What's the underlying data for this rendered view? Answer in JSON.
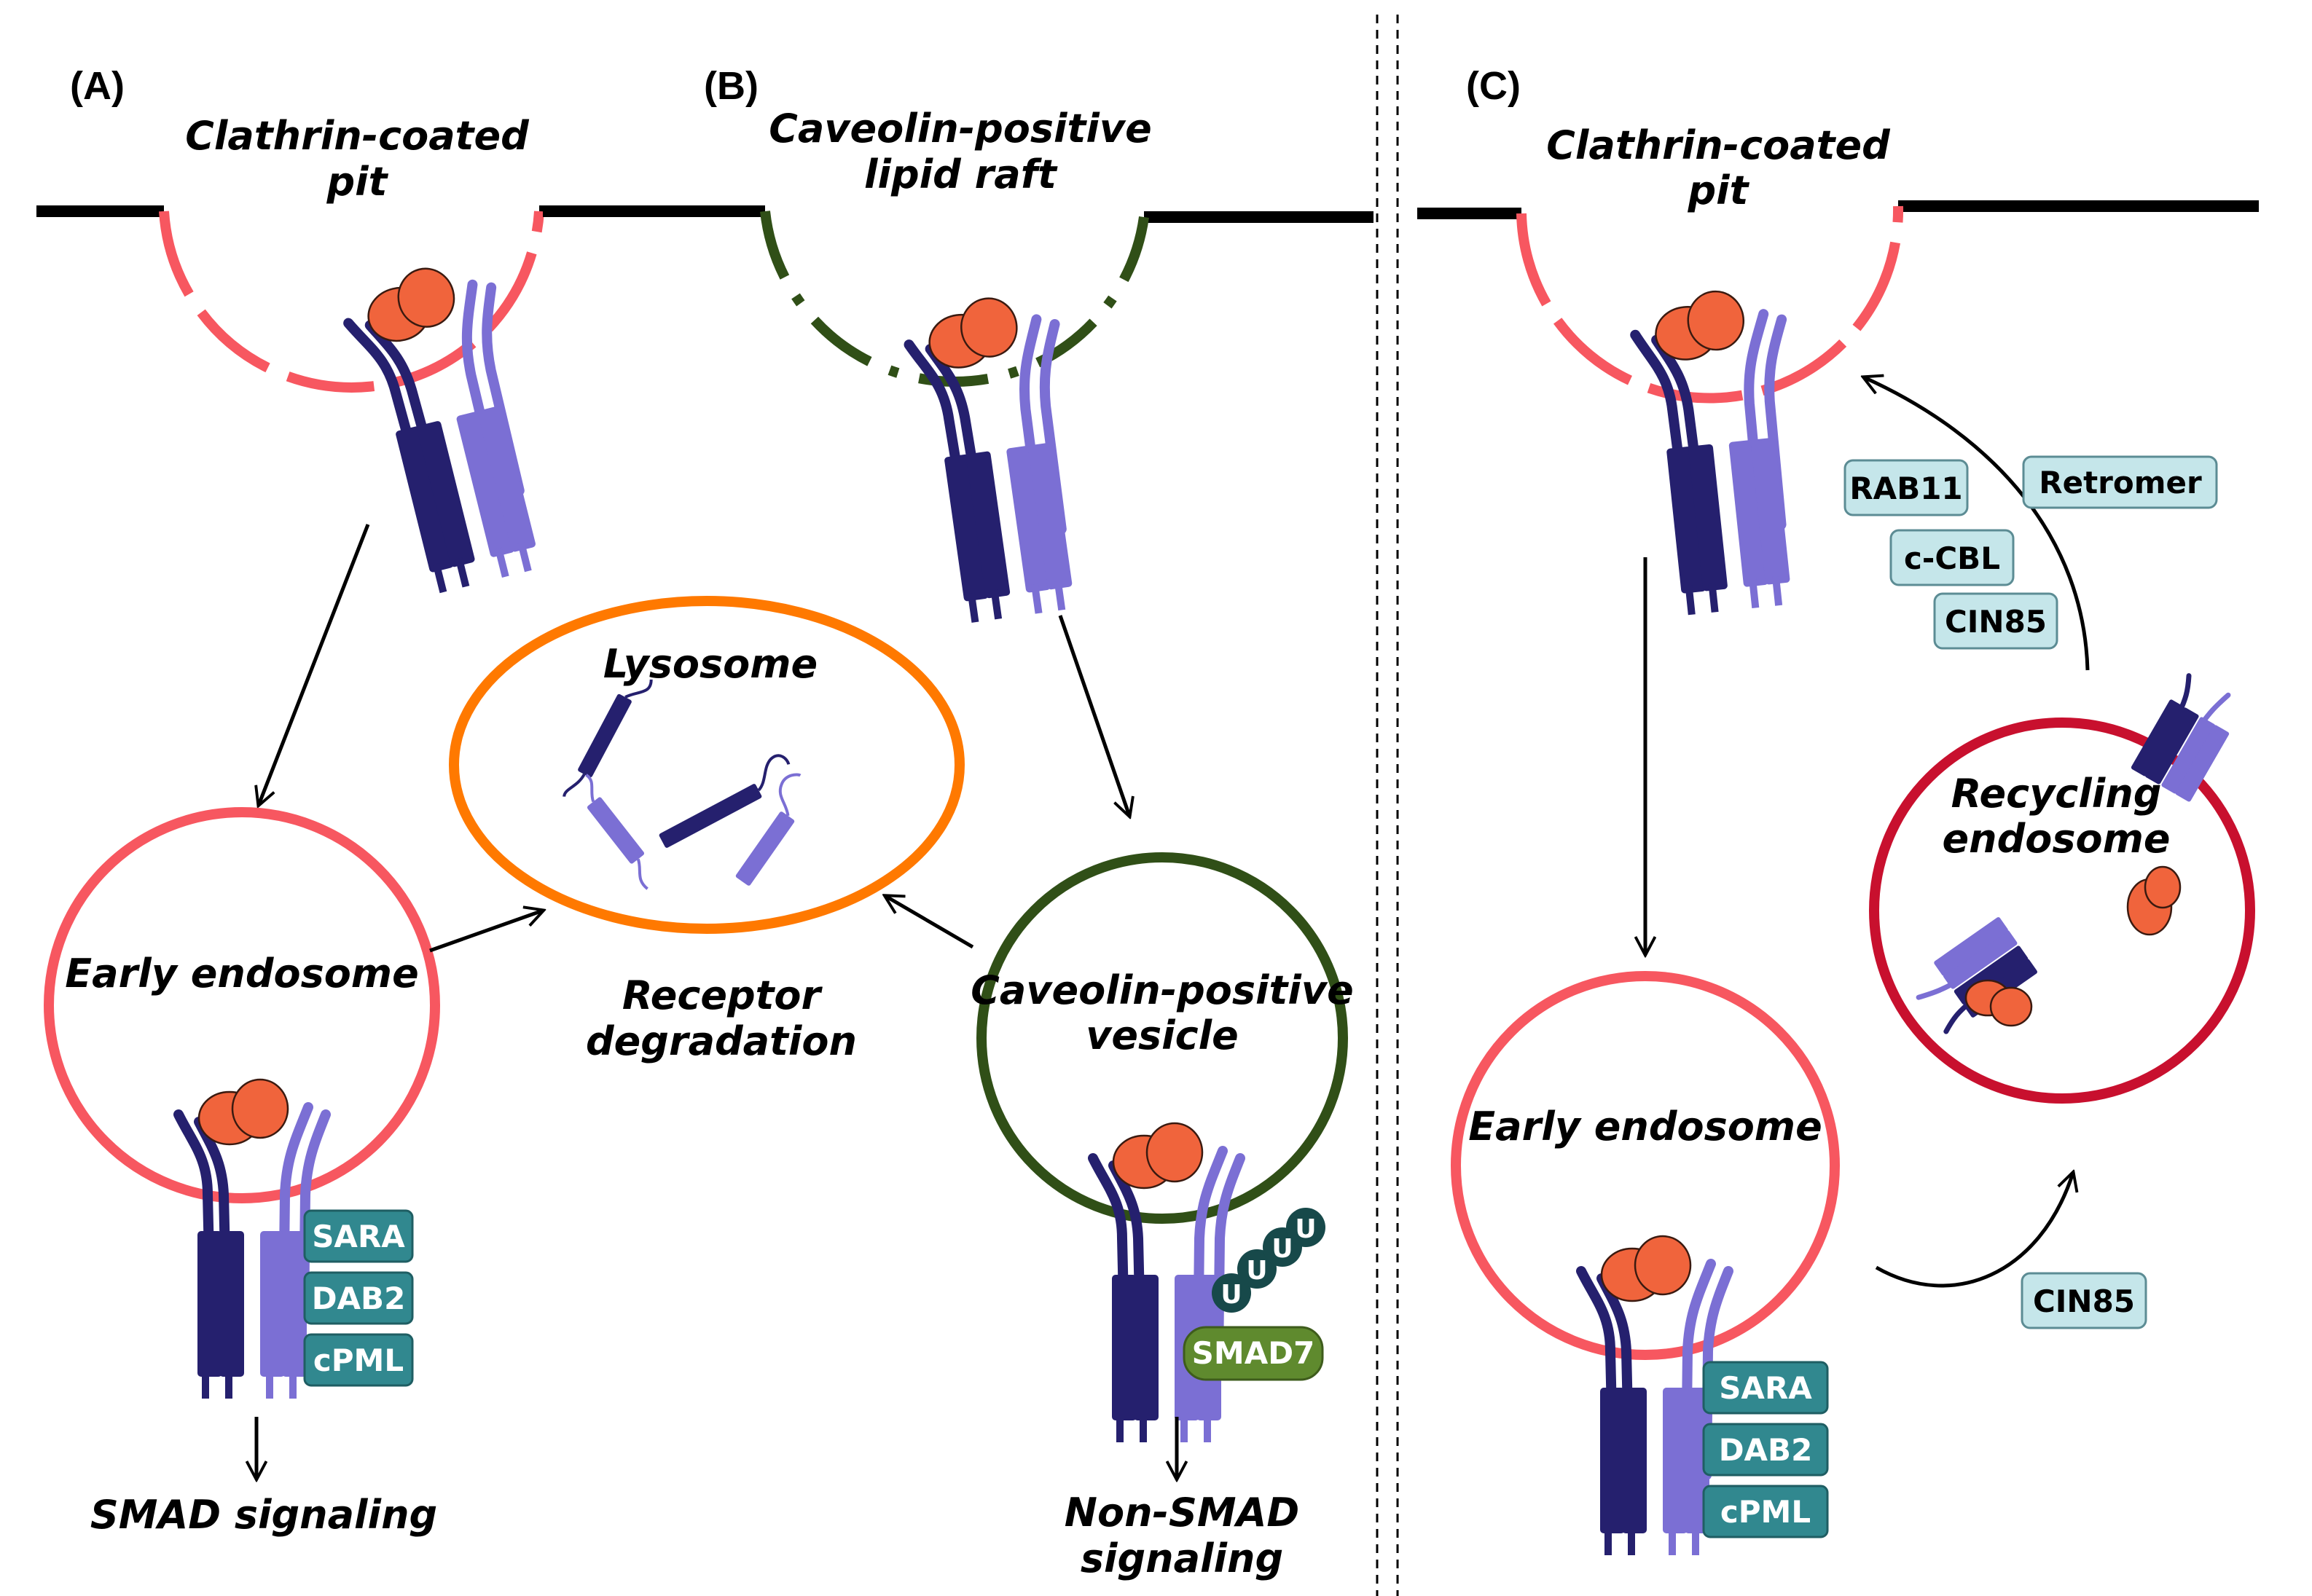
{
  "panels": {
    "a": "(A)",
    "b": "(B)",
    "c": "(C)"
  },
  "panel_a": {
    "pit_label_1": "Clathrin-coated",
    "pit_label_2": "pit",
    "early_endosome": "Early endosome",
    "adaptors": [
      "SARA",
      "DAB2",
      "cPML"
    ],
    "signal_label": "SMAD signaling"
  },
  "center": {
    "lysosome": "Lysosome",
    "degradation_1": "Receptor",
    "degradation_2": "degradation"
  },
  "panel_b": {
    "raft_label_1": "Caveolin-positive",
    "raft_label_2": "lipid raft",
    "vesicle_1": "Caveolin-positive",
    "vesicle_2": "vesicle",
    "ubiquitin": [
      "U",
      "U",
      "U",
      "U"
    ],
    "smad7": "SMAD7",
    "signal_1": "Non-SMAD",
    "signal_2": "signaling"
  },
  "panel_c": {
    "pit_label_1": "Clathrin-coated",
    "pit_label_2": "pit",
    "early_endosome": "Early endosome",
    "adaptors": [
      "SARA",
      "DAB2",
      "cPML"
    ],
    "recycling_1": "Recycling",
    "recycling_2": "endosome",
    "factors": [
      "RAB11",
      "c-CBL",
      "CIN85",
      "Retromer"
    ],
    "cin85_lower": "CIN85"
  },
  "colors": {
    "clathrin": "#f75760",
    "caveolin": "#304f17",
    "lysosome": "#ff7900",
    "recycling": "#c8102e",
    "type1_receptor": "#25206e",
    "type2_receptor": "#7b6fd4",
    "ligand": "#f0643c",
    "adaptor_box": "#31888f",
    "factor_box": "#c5e6ea",
    "smad7_box": "#5f8a2e",
    "ubiquitin": "#17494a"
  }
}
